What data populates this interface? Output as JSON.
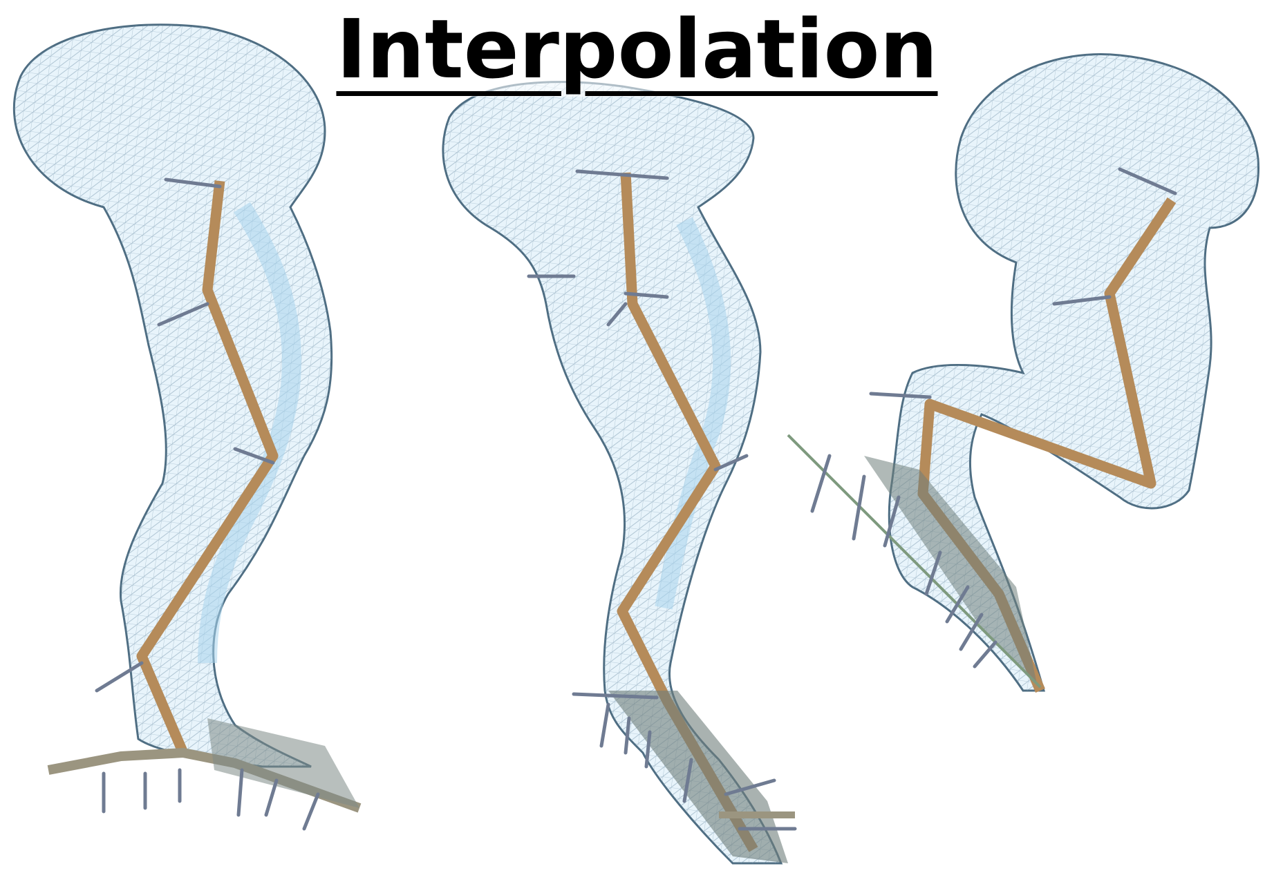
{
  "title": "Interpolation",
  "figures": [
    {
      "pose": "standing"
    },
    {
      "pose": "partially-bent"
    },
    {
      "pose": "fully-bent"
    }
  ],
  "colors": {
    "mesh_stroke": "#5f7f95",
    "mesh_fill": "#e6f3fb",
    "mesh_inner": "#b9dcf0",
    "bone": "#c49a66",
    "bone_dark": "#8d8f84",
    "axis_blue": "#4f6aa8",
    "axis_gray": "#7a7d88"
  }
}
